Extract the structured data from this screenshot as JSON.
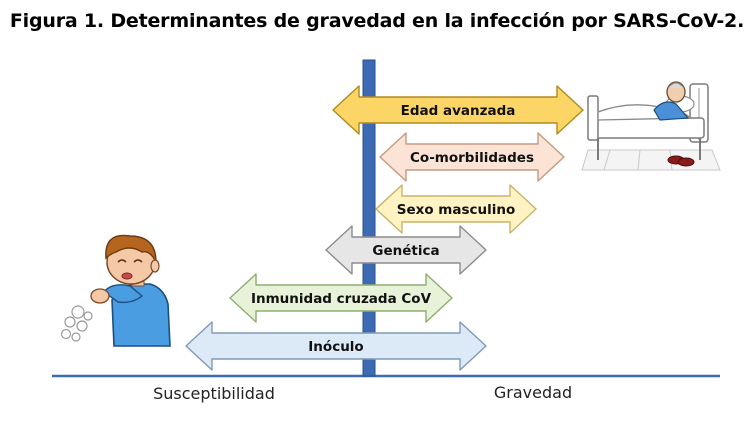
{
  "title": "Figura 1. Determinantes de gravedad en la infección por SARS-CoV-2.",
  "axis": {
    "left_label": "Susceptibilidad",
    "right_label": "Gravedad"
  },
  "factors": [
    {
      "label": "Edad avanzada",
      "fill": "#fcd567",
      "stroke": "#b08a20"
    },
    {
      "label": "Co-morbilidades",
      "fill": "#fbe3d6",
      "stroke": "#c49a80"
    },
    {
      "label": "Sexo masculino",
      "fill": "#fff2c3",
      "stroke": "#c9b36a"
    },
    {
      "label": "Genética",
      "fill": "#e6e6e6",
      "stroke": "#8c8c8c"
    },
    {
      "label": "Inmunidad cruzada CoV",
      "fill": "#e7f2d8",
      "stroke": "#8fae6e"
    },
    {
      "label": "Inóculo",
      "fill": "#dce9f7",
      "stroke": "#7f99b8"
    }
  ],
  "colors": {
    "axis_line": "#3d6bb3",
    "vertical_bar": "#3d6bb3"
  },
  "icons": [
    "coughing-boy-icon",
    "hospital-patient-icon"
  ]
}
